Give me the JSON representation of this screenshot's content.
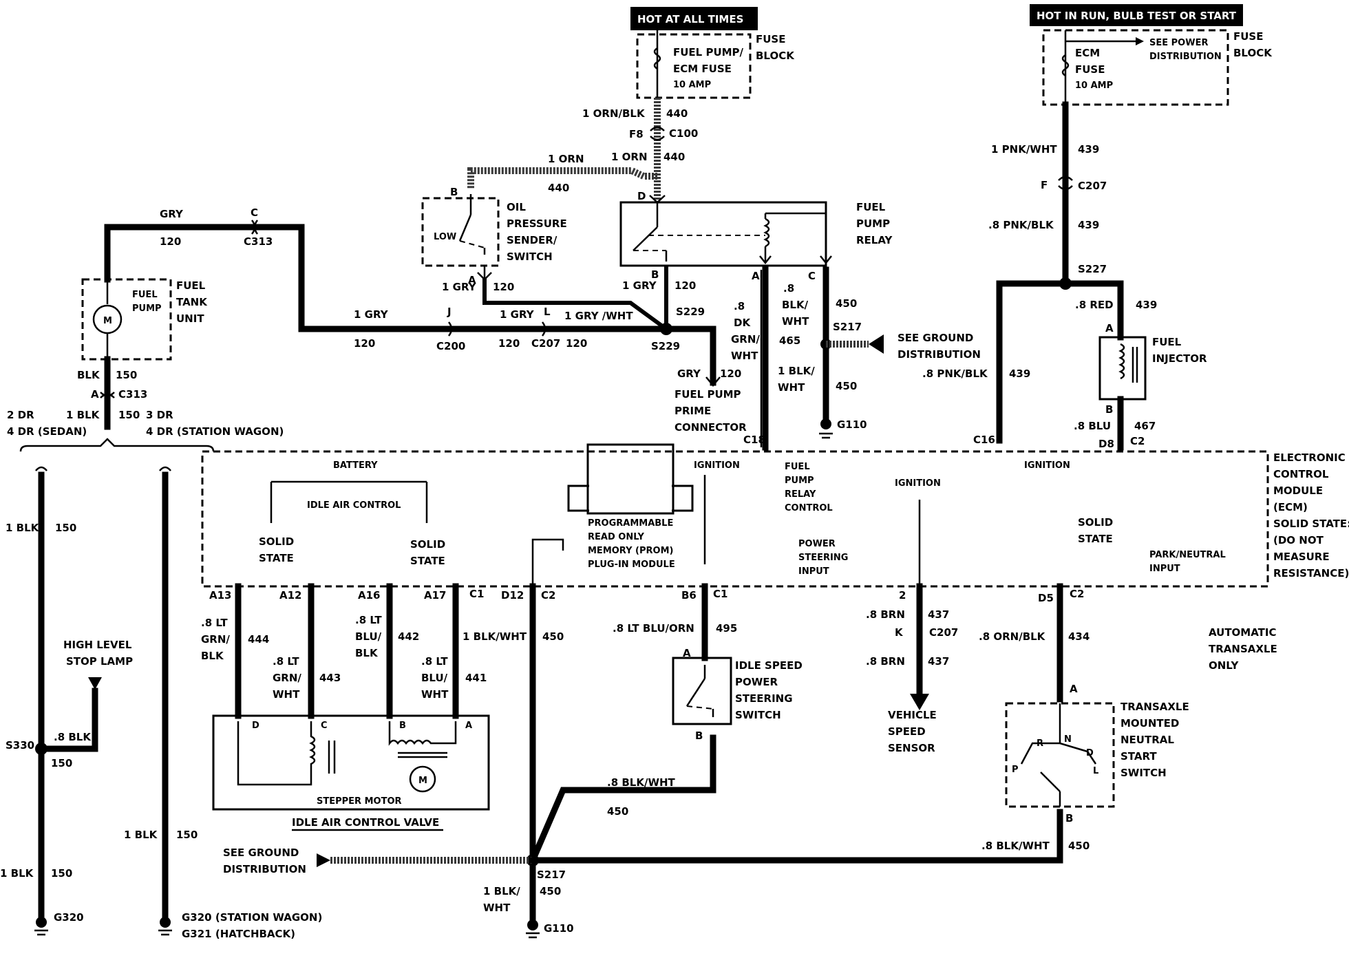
{
  "headers": {
    "hot_all_times": "HOT AT ALL TIMES",
    "hot_in_run": "HOT IN RUN, BULB TEST OR START"
  },
  "fuse_block_1": {
    "title1": "FUSE",
    "title2": "BLOCK",
    "fuse1": "FUEL PUMP/",
    "fuse2": "ECM FUSE",
    "amp": "10 AMP"
  },
  "fuse_block_2": {
    "title1": "FUSE",
    "title2": "BLOCK",
    "fuse1": "ECM",
    "fuse2": "FUSE",
    "amp": "10 AMP",
    "see1": "SEE POWER",
    "see2": "DISTRIBUTION"
  },
  "wires_top": {
    "orn_blk": "1 ORN/BLK",
    "c440a": "440",
    "f8": "F8",
    "c100": "C100",
    "orn1": "1 ORN",
    "orn2": "1 ORN",
    "c440b": "440",
    "c440c": "440",
    "pnk_wht": "1 PNK/WHT",
    "c439a": "439",
    "f_pin": "F",
    "c207a": "C207",
    "pnk_blk": ".8 PNK/BLK",
    "c439b": "439",
    "s227": "S227",
    "red": ".8 RED",
    "c439c": "439",
    "pnk_blk2": ".8 PNK/BLK",
    "c439d": "439"
  },
  "oil": {
    "l1": "OIL",
    "l2": "PRESSURE",
    "l3": "SENDER/",
    "l4": "SWITCH",
    "low": "LOW",
    "pin_b": "B",
    "pin_a": "A",
    "gry": "1 GRY",
    "n120": "120"
  },
  "relay": {
    "l1": "FUEL",
    "l2": "PUMP",
    "l3": "RELAY",
    "pin_d": "D",
    "pin_b": "B",
    "pin_a": "A",
    "pin_c": "C"
  },
  "fuel_tank": {
    "l1": "FUEL",
    "l2": "TANK",
    "l3": "UNIT",
    "pump1": "FUEL",
    "pump2": "PUMP",
    "motor": "M"
  },
  "gry_circuit": {
    "gry": "GRY",
    "c": "C",
    "n120a": "120",
    "c313a": "C313",
    "gry1": "1 GRY",
    "n120b": "120",
    "j": "J",
    "c200": "C200",
    "gry2": "1 GRY",
    "l": "L",
    "n120c": "120",
    "c207": "C207",
    "gry_wht": "1 GRY /WHT",
    "n120d": "120",
    "gry3": "1 GRY",
    "n120e": "120",
    "s229a": "S229",
    "s229b": "S229",
    "gry4": "GRY",
    "n120f": "120",
    "prime1": "FUEL PUMP",
    "prime2": "PRIME",
    "prime3": "CONNECTOR"
  },
  "relay_wires": {
    "p8": ".8",
    "dk": "DK",
    "grn_wht": "GRN/",
    "wht0": "WHT",
    "p8b": ".8",
    "blk": "BLK/",
    "wht": "WHT",
    "n465": "465",
    "blk_wht": "1 BLK/",
    "wht2": "WHT",
    "n450a": "450",
    "s217": "S217",
    "n450b": "450",
    "g110": "G110",
    "see1": "SEE GROUND",
    "see2": "DISTRIBUTION",
    "c18": "C18"
  },
  "left": {
    "blk": "BLK",
    "n150a": "150",
    "a": "A",
    "c313": "C313",
    "blk1": "1 BLK",
    "n150b": "150",
    "dr2a": "2 DR",
    "dr2b": "4 DR (SEDAN)",
    "dr3a": "3 DR",
    "dr3b": "4 DR (STATION WAGON)",
    "blk2": "1 BLK",
    "n150c": "150",
    "blk3": "1 BLK",
    "n150d": "150",
    "s330": "S330",
    "p8blk": ".8 BLK",
    "n150e": "150",
    "g320": "G320",
    "blk4": "1 BLK",
    "n150f": "150",
    "g320sw": "G320 (STATION WAGON)",
    "g321": "G321 (HATCHBACK)",
    "stop1": "HIGH LEVEL",
    "stop2": "STOP LAMP"
  },
  "ecm": {
    "l1": "ELECTRONIC",
    "l2": "CONTROL",
    "l3": "MODULE",
    "l4": "(ECM)",
    "l5": "SOLID STATE:",
    "l6": "(DO NOT",
    "l7": "MEASURE",
    "l8": "RESISTANCE)",
    "battery": "BATTERY",
    "iac": "IDLE AIR CONTROL",
    "ss1a": "SOLID",
    "ss1b": "STATE",
    "ss2a": "SOLID",
    "ss2b": "STATE",
    "prom1": "PROGRAMMABLE",
    "prom2": "READ ONLY",
    "prom3": "MEMORY (PROM)",
    "prom4": "PLUG-IN MODULE",
    "ign1": "IGNITION",
    "fprc1": "FUEL",
    "fprc2": "PUMP",
    "fprc3": "RELAY",
    "fprc4": "CONTROL",
    "ps1": "POWER",
    "ps2": "STEERING",
    "ps3": "INPUT",
    "ign2": "IGNITION",
    "ign3": "IGNITION",
    "ss3a": "SOLID",
    "ss3b": "STATE",
    "pn1": "PARK/NEUTRAL",
    "pn2": "INPUT",
    "c16": "C16",
    "d8": "D8",
    "c2": "C2"
  },
  "injector": {
    "l1": "FUEL",
    "l2": "INJECTOR",
    "pin_a": "A",
    "pin_b": "B",
    "blu": ".8 BLU",
    "n467": "467"
  },
  "bottom_pins": {
    "a13": "A13",
    "a12": "A12",
    "a16": "A16",
    "a17": "A17",
    "c1": "C1",
    "d12": "D12",
    "c2a": "C2",
    "b6": "B6",
    "c1b": "C1",
    "n2": "2",
    "d5": "D5",
    "c2b": "C2"
  },
  "iac_wires": {
    "w1a": ".8 LT",
    "w1b": "GRN/",
    "w1c": "BLK",
    "n444": "444",
    "w2a": ".8 LT",
    "w2b": "GRN/",
    "w2c": "WHT",
    "n443": "443",
    "w3a": ".8 LT",
    "w3b": "BLU/",
    "w3c": "BLK",
    "n442": "442",
    "w4a": ".8 LT",
    "w4b": "BLU/",
    "w4c": "WHT",
    "n441": "441",
    "pd": "D",
    "pc": "C",
    "pb": "B",
    "pa": "A",
    "motor": "STEPPER MOTOR",
    "valve": "IDLE AIR CONTROL VALVE",
    "m": "M"
  },
  "ground_wires": {
    "blk_wht": "1 BLK/WHT",
    "n450a": "450",
    "blk_wht2": ".8 BLK/WHT",
    "n450b": "450",
    "see1": "SEE GROUND",
    "see2": "DISTRIBUTION",
    "s217": "S217",
    "blk_wht3": "1 BLK/",
    "wht": "WHT",
    "n450c": "450",
    "g110": "G110",
    "blk_wht4": ".8 BLK/WHT",
    "n450d": "450"
  },
  "idle_switch": {
    "wire": ".8 LT BLU/ORN",
    "n495": "495",
    "pin_a": "A",
    "pin_b": "B",
    "l1": "IDLE SPEED",
    "l2": "POWER",
    "l3": "STEERING",
    "l4": "SWITCH"
  },
  "vss": {
    "brn1": ".8 BRN",
    "n437a": "437",
    "k": "K",
    "c207": "C207",
    "brn2": ".8 BRN",
    "n437b": "437",
    "l1": "VEHICLE",
    "l2": "SPEED",
    "l3": "SENSOR"
  },
  "transaxle": {
    "orn_blk": ".8 ORN/BLK",
    "n434": "434",
    "pin_a": "A",
    "pin_b": "B",
    "l1": "TRANSAXLE",
    "l2": "MOUNTED",
    "l3": "NEUTRAL",
    "l4": "START",
    "l5": "SWITCH",
    "auto1": "AUTOMATIC",
    "auto2": "TRANSAXLE",
    "auto3": "ONLY",
    "r": "R",
    "n": "N",
    "d": "D",
    "p": "P",
    "lo": "L"
  }
}
